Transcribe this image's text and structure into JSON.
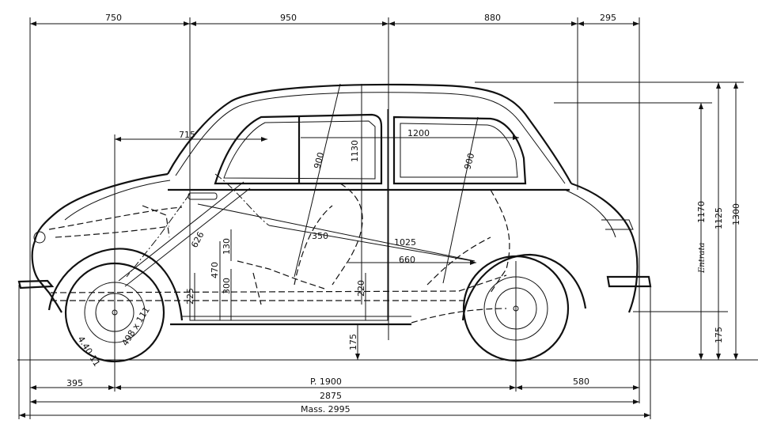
{
  "drawing": {
    "top_dims": {
      "front_overhang": "750",
      "middle": "950",
      "rear_section": "880",
      "rear_overhang": "295"
    },
    "interior_dims": {
      "dash_to_seat": "715",
      "window_length": "1200",
      "front_headroom_diag": "900",
      "door_height": "1130",
      "rear_headroom_diag": "900",
      "seat_back": "350",
      "interior_diag": "1025",
      "rear_cushion": "660",
      "pedal_diag": "626",
      "heel_to_seat": "130",
      "floor_to_seat_front": "470",
      "seat_height_front": "300",
      "front_seat_height": "225",
      "rear_seat_height": "220",
      "ground_clearance": "175"
    },
    "right_dims": {
      "entry_label": "Entrata",
      "entry_height": "1170",
      "roof_height": "1125",
      "overall_height": "1300",
      "floor_clearance": "175"
    },
    "wheel_labels": {
      "tyre": "4.40-11",
      "rim": "498 x 111"
    },
    "bottom_dims": {
      "front_axle": "395",
      "wheelbase": "P. 1900",
      "rear_axle": "580",
      "body_length": "2875",
      "max_length": "Mass. 2995"
    }
  }
}
